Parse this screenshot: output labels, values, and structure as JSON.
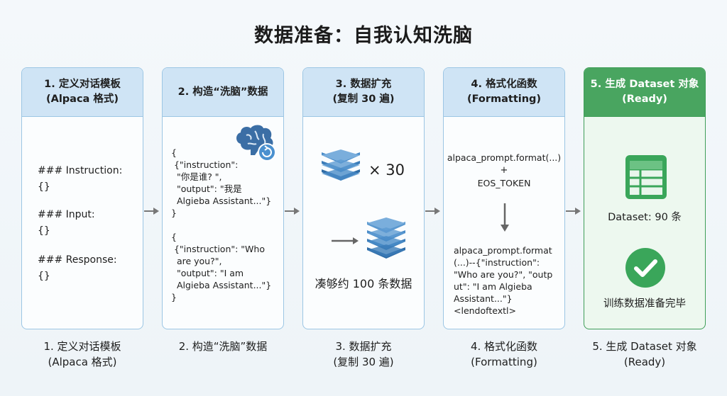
{
  "title": "数据准备：自我认知洗脑",
  "steps": [
    {
      "header_line1": "1. 定义对话模板",
      "header_line2": "(Alpaca 格式)",
      "caption_line1": "1. 定义对话模板",
      "caption_line2": "(Alpaca 格式)"
    },
    {
      "header_line1": "2. 构造“洗脑”数据",
      "header_line2": "",
      "caption_line1": "2. 构造“洗脑”数据",
      "caption_line2": ""
    },
    {
      "header_line1": "3. 数据扩充",
      "header_line2": "(复制 30 遍)",
      "caption_line1": "3. 数据扩充",
      "caption_line2": "(复制 30 遍)"
    },
    {
      "header_line1": "4. 格式化函数",
      "header_line2": "(Formatting)",
      "caption_line1": "4. 格式化函数",
      "caption_line2": "(Formatting)"
    },
    {
      "header_line1": "5. 生成 Dataset 对象",
      "header_line2": "(Ready)",
      "caption_line1": "5. 生成 Dataset 对象",
      "caption_line2": "(Ready)"
    }
  ],
  "template": {
    "instruction": "### Instruction:",
    "input": "### Input:",
    "response": "### Response:",
    "placeholder": "{}"
  },
  "data_example": {
    "text": "{\n {\"instruction\":\n  \"你是谁? \",\n  \"output\": \"我是\n  Algieba Assistant...\"}\n}\n\n{\n {\"instruction\": \"Who\n  are you?\",\n  \"output\": \"I am\n  Algieba Assistant...\"}\n}"
  },
  "expand": {
    "multiplier": "× 30",
    "result": "凑够约 100 条数据"
  },
  "format": {
    "call": "alpaca_prompt.format(...)",
    "plus": "+",
    "eos": "EOS_TOKEN",
    "result": "alpaca_prompt.format\n(...)--{\"instruction\":\n\"Who are you?\", \"outp\nut\": \"I am Algieba\nAssistant...\"}\n<lendoftextl>"
  },
  "dataset": {
    "count": "Dataset: 90 条",
    "status": "训练数据准备完毕"
  },
  "colors": {
    "header_blue": "#cfe4f5",
    "border_blue": "#9cc6e4",
    "header_green": "#49a560",
    "stack_blue": "#3f7fb8",
    "check_green": "#3aa65a"
  },
  "icons": [
    "brain-refresh-icon",
    "stack-icon",
    "right-arrow-icon",
    "down-arrow-icon",
    "spreadsheet-icon",
    "checkmark-icon"
  ]
}
